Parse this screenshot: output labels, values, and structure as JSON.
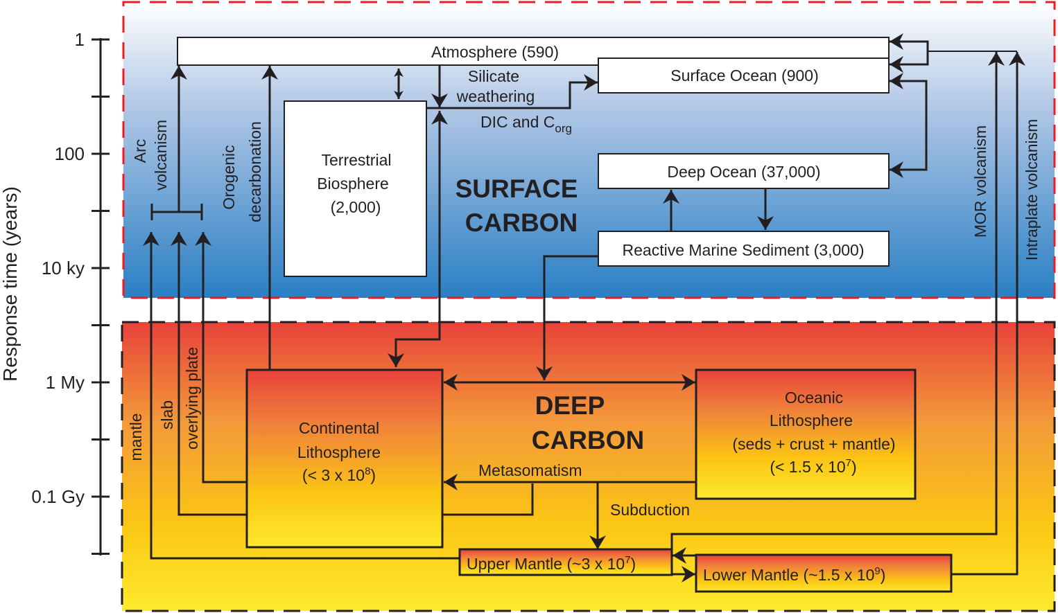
{
  "axis": {
    "label": "Response time (years)",
    "ticks": [
      "1",
      "",
      "100",
      "",
      "10 ky",
      "",
      "1 My",
      "",
      "0.1 Gy",
      ""
    ]
  },
  "zones": {
    "surface": {
      "title_line1": "SURFACE",
      "title_line2": "CARBON",
      "gradient_top": "#ffffff",
      "gradient_bottom": "#2a7fc4",
      "border_color": "#ed1c24"
    },
    "deep": {
      "title_line1": "DEEP",
      "title_line2": "CARBON",
      "gradient_top": "#e8423a",
      "gradient_mid": "#fcc614",
      "gradient_bottom": "#fdea2d",
      "border_color": "#231f20"
    }
  },
  "reservoirs": {
    "atmosphere": "Atmosphere (590)",
    "surface_ocean": "Surface Ocean (900)",
    "terrestrial_biosphere": [
      "Terrestrial",
      "Biosphere",
      "(2,000)"
    ],
    "deep_ocean": "Deep Ocean (37,000)",
    "reactive_marine_sediment": "Reactive Marine Sediment (3,000)",
    "continental_lithosphere": {
      "line1": "Continental",
      "line2": "Lithosphere",
      "line3_base": "(< 3 x 10",
      "line3_exp": "8",
      "line3_end": ")"
    },
    "oceanic_lithosphere": {
      "line1": "Oceanic",
      "line2": "Lithosphere",
      "line3": "(seds + crust + mantle)",
      "line4_base": "(< 1.5 x 10",
      "line4_exp": "7",
      "line4_end": ")"
    },
    "upper_mantle": {
      "base": "Upper Mantle (~3 x 10",
      "exp": "7",
      "end": ")"
    },
    "lower_mantle": {
      "base": "Lower Mantle (~1.5 x 10",
      "exp": "9",
      "end": ")"
    }
  },
  "fluxes": {
    "arc_volcanism": [
      "Arc",
      "volcanism"
    ],
    "orogenic_decarbonation": [
      "Orogenic",
      "decarbonation"
    ],
    "silicate_weathering": [
      "Silicate",
      "weathering"
    ],
    "dic_corg": {
      "base": "DIC and C",
      "sub": "org"
    },
    "mor_volcanism": "MOR volcanism",
    "intraplate_volcanism": "Intraplate volcanism",
    "mantle": "mantle",
    "slab": "slab",
    "overlying_plate": "overlying plate",
    "metasomatism": "Metasomatism",
    "subduction": "Subduction"
  }
}
